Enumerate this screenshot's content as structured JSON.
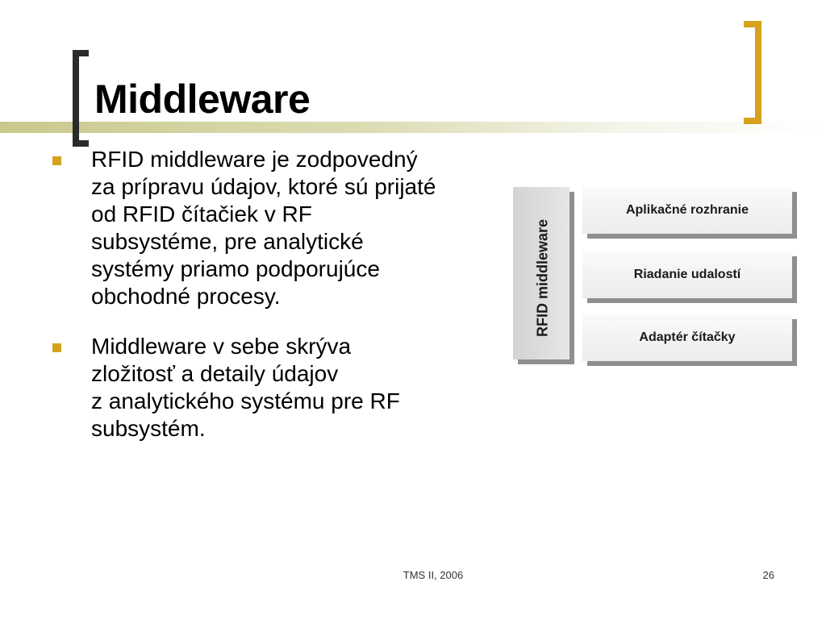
{
  "slide": {
    "title": "Middleware",
    "bullets": [
      {
        "text": "RFID middleware je zodpovedný\nza prípravu údajov, ktoré sú prijaté\nod RFID čítačiek v RF\nsubsystéme, pre analytické\nsystémy priamo podporujúce\nobchodné procesy."
      },
      {
        "text": "Middleware v sebe skrýva\nzložitosť a detaily údajov\nz analytického systému pre RF\nsubsystém."
      }
    ],
    "diagram": {
      "side_label": "RFID middleware",
      "layers": [
        "Aplikačné rozhranie",
        "Riadanie udalostí",
        "Adaptér čítačky"
      ]
    },
    "footer": {
      "center": "TMS II, 2006",
      "page_number": "26"
    }
  },
  "colors": {
    "accent": "#d4a21c",
    "bracket_dark": "#2b2b2b",
    "band": "#c9c98d"
  }
}
